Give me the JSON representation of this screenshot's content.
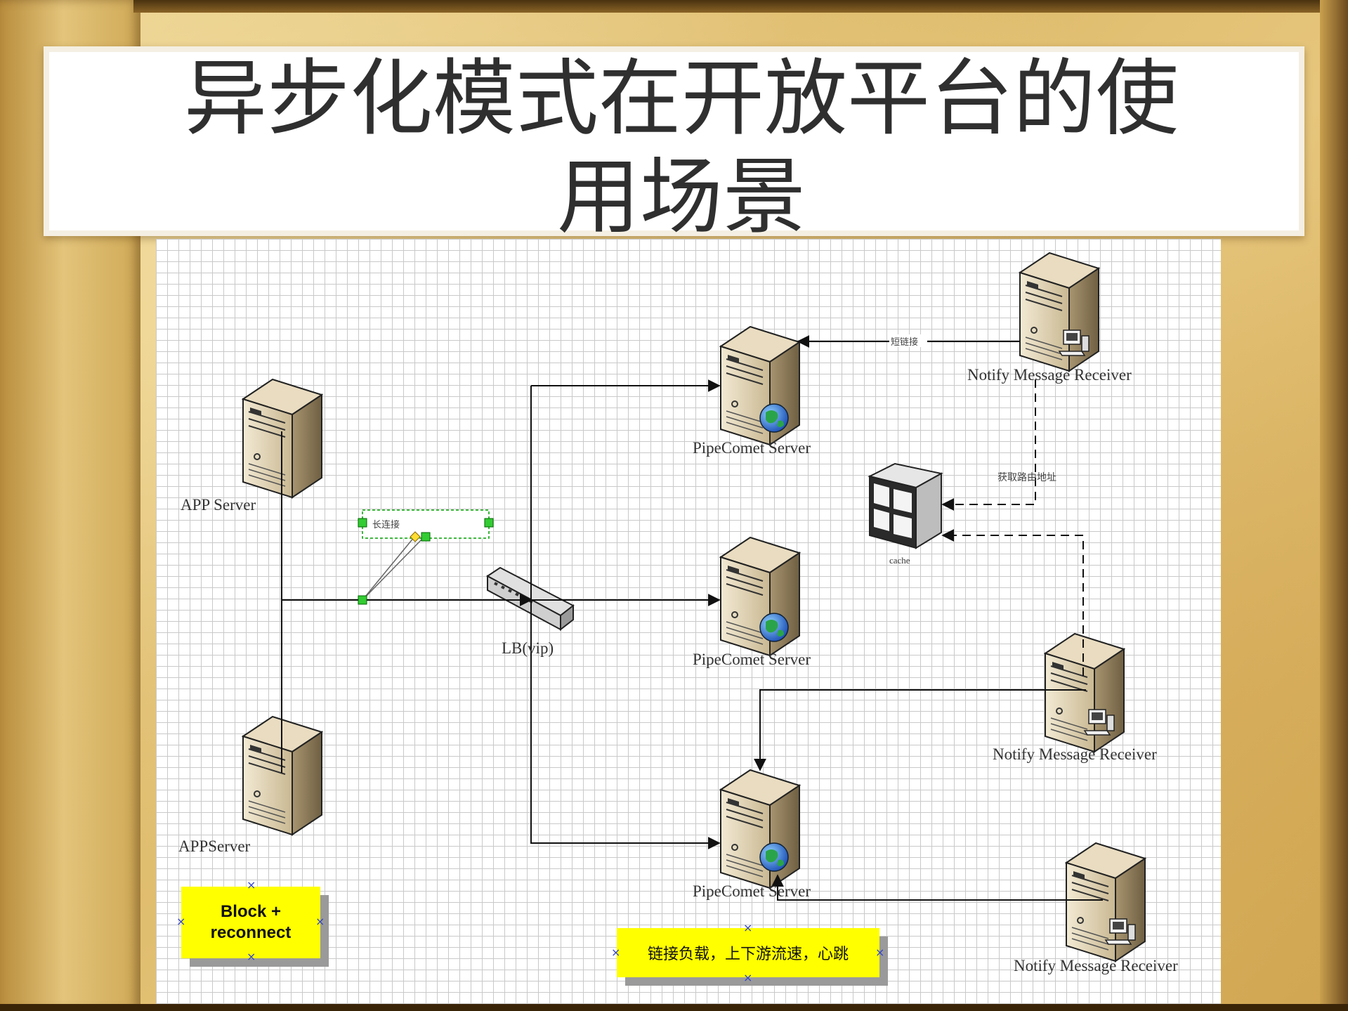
{
  "slide": {
    "title": "异步化模式在开放平台的使用场景"
  },
  "diagram": {
    "nodes": {
      "app_server_1": "APP Server",
      "app_server_2": "APPServer",
      "lb": "LB(vip)",
      "pipecomet_1": "PipeComet Server",
      "pipecomet_2": "PipeComet Server",
      "pipecomet_3": "PipeComet Server",
      "receiver_1": "Notify Message Receiver",
      "receiver_2": "Notify Message Receiver",
      "receiver_3": "Notify Message Receiver",
      "cache": "cache"
    },
    "edge_labels": {
      "long_connection": "长连接",
      "short_connection": "短链接",
      "get_route": "获取路由地址"
    },
    "notes": {
      "block_reconnect": "Block + reconnect",
      "link_load": "链接负载，上下游流速，心跳"
    },
    "colors": {
      "note_fill": "#ffff00",
      "globe": "#2b6fd6",
      "connector": "#00aa00"
    }
  }
}
